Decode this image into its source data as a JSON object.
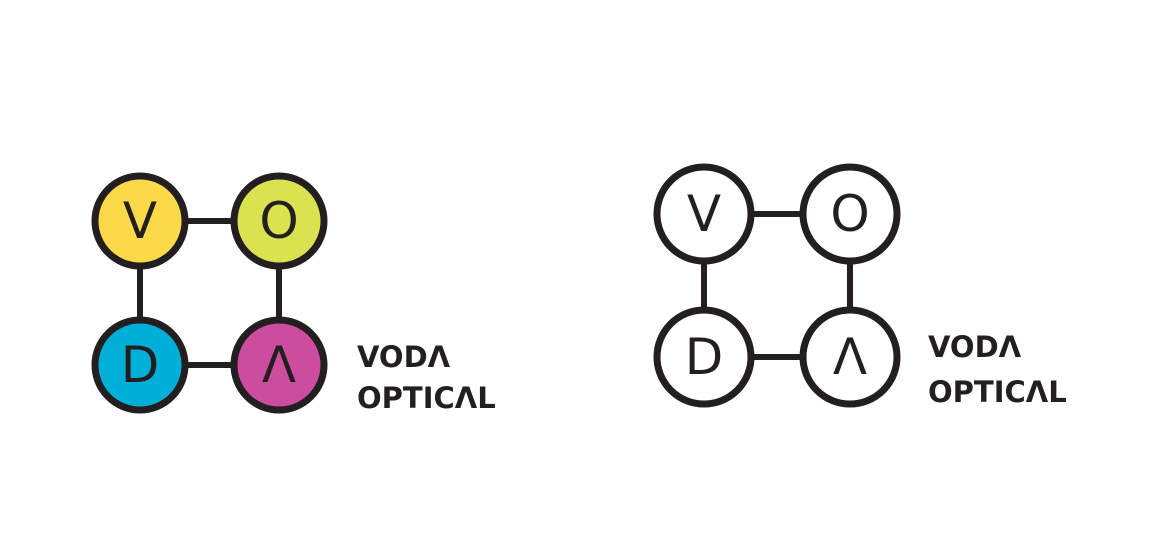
{
  "logos": [
    {
      "variant": "color",
      "stroke": "#231f20",
      "circles": [
        {
          "letter": "V",
          "fill": "#fcd949"
        },
        {
          "letter": "O",
          "fill": "#dbe24f"
        },
        {
          "letter": "D",
          "fill": "#00afd7"
        },
        {
          "letter": "Λ",
          "fill": "#cc4d9e"
        }
      ],
      "wordmark": [
        "VODΛ",
        "OPTICΛL"
      ]
    },
    {
      "variant": "mono",
      "stroke": "#231f20",
      "circles": [
        {
          "letter": "V",
          "fill": "#ffffff"
        },
        {
          "letter": "O",
          "fill": "#ffffff"
        },
        {
          "letter": "D",
          "fill": "#ffffff"
        },
        {
          "letter": "Λ",
          "fill": "#ffffff"
        }
      ],
      "wordmark": [
        "VODΛ",
        "OPTICΛL"
      ]
    }
  ]
}
